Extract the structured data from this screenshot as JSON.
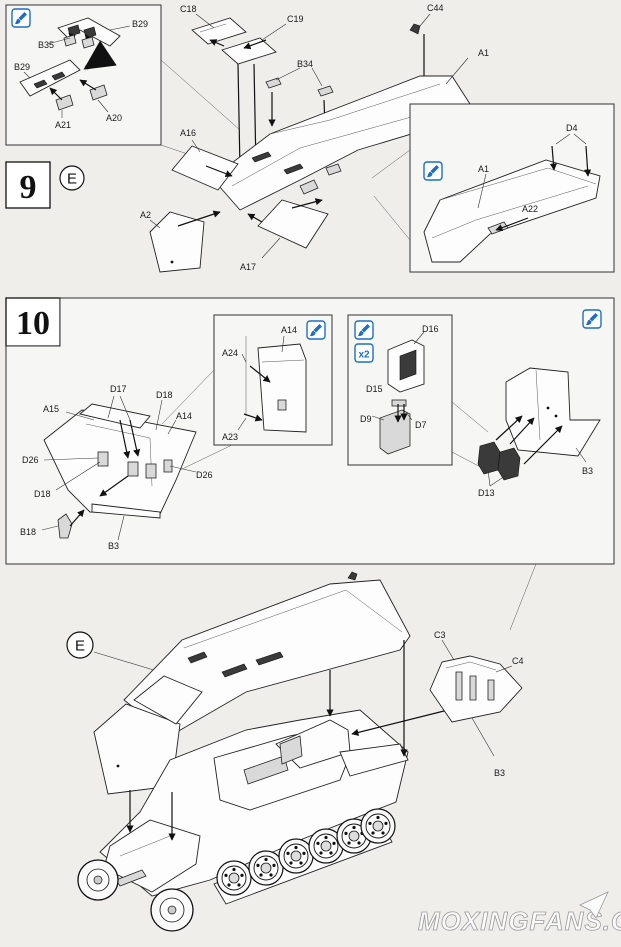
{
  "steps": {
    "step9": {
      "number": "9",
      "version": "E"
    },
    "step10": {
      "number": "10",
      "version": "E"
    }
  },
  "inset_badges": {
    "multiplier": "x2"
  },
  "labels": {
    "s9_inset": {
      "b35": "B35",
      "b29_top": "B29",
      "b29_left": "B29",
      "a21": "A21",
      "a20": "A20"
    },
    "s9_main": {
      "c18": "C18",
      "c19": "C19",
      "c44": "C44",
      "b34": "B34",
      "a1": "A1",
      "a16": "A16",
      "a2": "A2",
      "a17": "A17"
    },
    "s9_detail": {
      "a1": "A1",
      "d4": "D4",
      "a22": "A22"
    },
    "s10_left": {
      "d17": "D17",
      "d18_top": "D18",
      "a15": "A15",
      "a14": "A14",
      "d26_left": "D26",
      "d26_right": "D26",
      "d18_bottom": "D18",
      "b18": "B18",
      "b3": "B3"
    },
    "s10_inset_a": {
      "a24": "A24",
      "a14": "A14",
      "a23": "A23"
    },
    "s10_inset_b": {
      "d16": "D16",
      "d15": "D15",
      "d9": "D9",
      "d7": "D7"
    },
    "s10_right": {
      "b3": "B3",
      "d13": "D13"
    },
    "s10_final": {
      "c3": "C3",
      "c4": "C4",
      "b3": "B3"
    }
  },
  "watermark": {
    "text": "MOXINGFANS.COM"
  },
  "icons": {
    "paint": "paint-brush-icon",
    "arrow": "assembly-arrow-icon"
  },
  "colors": {
    "ink": "#111111",
    "paper": "#efeeeb",
    "icon_blue": "#1d6fc2"
  }
}
